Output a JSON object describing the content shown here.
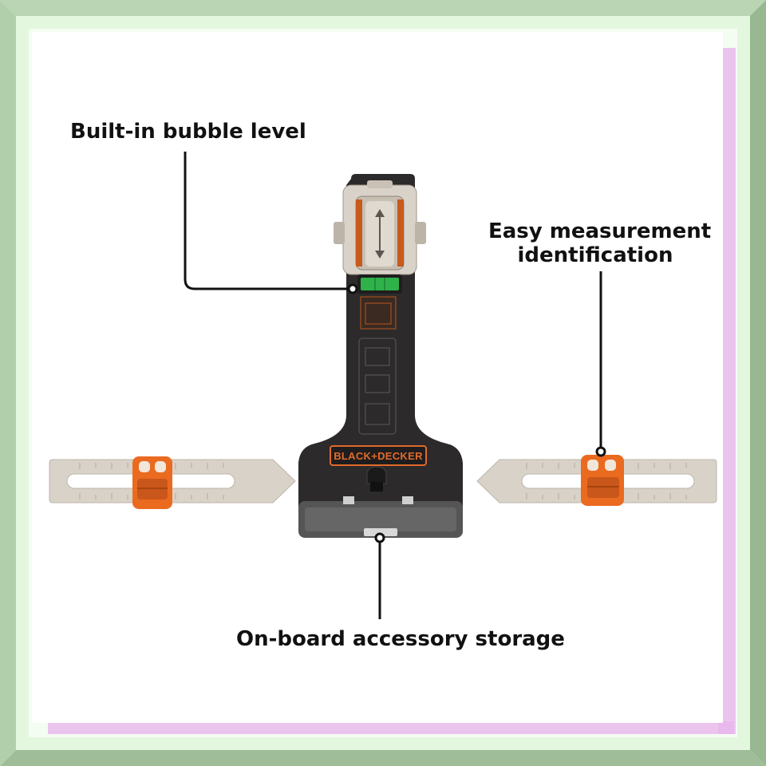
{
  "callouts": {
    "bubble_level": "Built-in bubble level",
    "measurement_line1": "Easy measurement",
    "measurement_line2": "identification",
    "accessory_storage": "On-board accessory storage"
  },
  "product": {
    "brand_logo_text": "BLACK+DECKER"
  },
  "colors": {
    "frame_outer": "#a8c7a2",
    "frame_inner_glow": "#d7f5d0",
    "frame_pink_glow": "#e2a8e6",
    "tool_body": "#2c2a2a",
    "tool_accent_orange": "#ea6a20",
    "ruler_beige": "#d9d2c8",
    "bubble_green": "#2fb24a"
  }
}
